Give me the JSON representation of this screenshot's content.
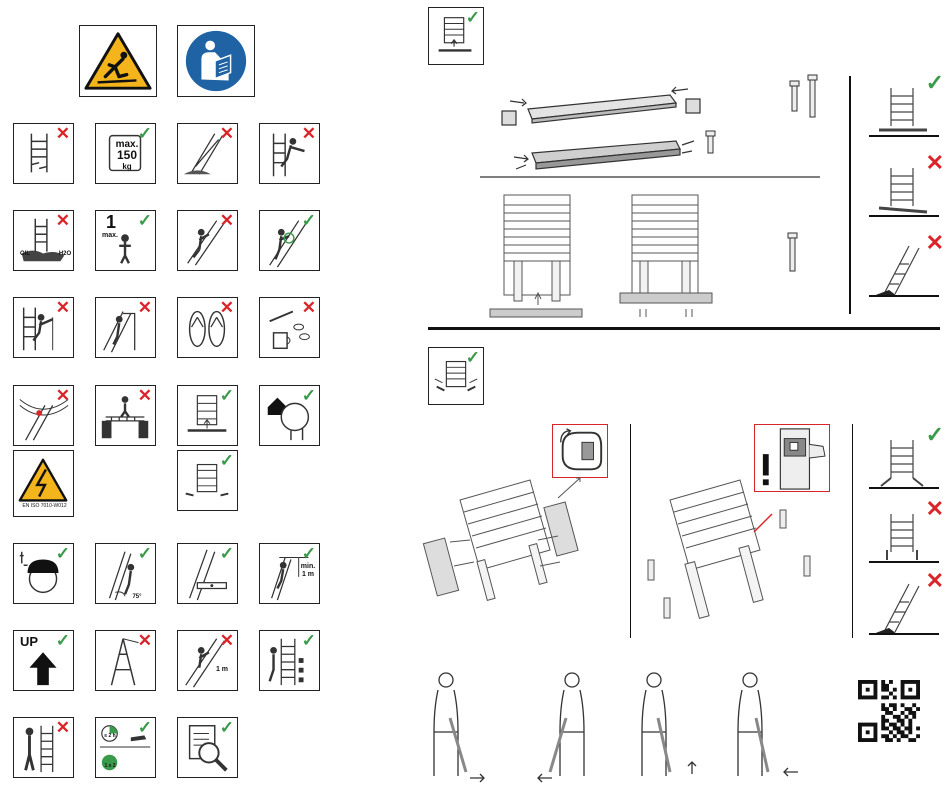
{
  "colors": {
    "ok": "#3a9a4a",
    "no": "#d9252a",
    "warning": "#f3b51b",
    "info": "#1f63a5"
  },
  "marks": {
    "ok": "✓",
    "no": "✕"
  },
  "icons": {
    "slip_warning": "slip-warning-icon",
    "read_manual": "read-manual-icon",
    "electric_warning": "electric-warning-icon",
    "qr_code": "qr-code-icon"
  },
  "pictograms": [
    {
      "id": "damaged-ladder",
      "ok": false
    },
    {
      "id": "max-load",
      "ok": true,
      "text": [
        "max.",
        "150",
        "kg"
      ]
    },
    {
      "id": "unstable-ground",
      "ok": false
    },
    {
      "id": "overreaching",
      "ok": false
    },
    {
      "id": "slippery-surface",
      "ok": false,
      "text": [
        "OIL",
        "H2O"
      ]
    },
    {
      "id": "one-person",
      "ok": true,
      "text": [
        "1",
        "max."
      ]
    },
    {
      "id": "climbing-wrong",
      "ok": false
    },
    {
      "id": "climbing-right",
      "ok": true
    },
    {
      "id": "leaning-wrong",
      "ok": false
    },
    {
      "id": "side-step-wrong",
      "ok": false
    },
    {
      "id": "flip-flops",
      "ok": false
    },
    {
      "id": "alcohol-drugs",
      "ok": false
    },
    {
      "id": "power-lines",
      "ok": false
    },
    {
      "id": "bridging",
      "ok": false
    },
    {
      "id": "stabilizer",
      "ok": true
    },
    {
      "id": "indoor-use",
      "ok": true
    },
    {
      "id": "electric-hazard",
      "text": [
        "EN ISO 7010-W012"
      ]
    },
    {
      "id": "stabilizer-feet",
      "ok": true
    },
    {
      "id": "hard-hat",
      "ok": true
    },
    {
      "id": "angle-75",
      "ok": true,
      "text": [
        "75°"
      ]
    },
    {
      "id": "level-check",
      "ok": true
    },
    {
      "id": "extension",
      "ok": true,
      "text": [
        "min.",
        "1 m"
      ]
    },
    {
      "id": "face-up",
      "ok": true,
      "text": [
        "UP"
      ]
    },
    {
      "id": "leaning-ladder",
      "ok": false
    },
    {
      "id": "overlap",
      "ok": false,
      "text": [
        "1 m"
      ]
    },
    {
      "id": "locking",
      "ok": true
    },
    {
      "id": "carry-wrong",
      "ok": false
    },
    {
      "id": "inspection",
      "ok": true,
      "text": [
        "≤ 2 h",
        "1 x 2"
      ]
    },
    {
      "id": "read-instructions",
      "ok": true
    }
  ],
  "right": {
    "side_checks": [
      {
        "id": "stabilizer-on-level",
        "ok": true
      },
      {
        "id": "stabilizer-wrong-1",
        "ok": false
      },
      {
        "id": "stabilizer-wrong-2",
        "ok": false
      },
      {
        "id": "feet-on-level",
        "ok": true
      },
      {
        "id": "feet-wrong-1",
        "ok": false
      },
      {
        "id": "feet-wrong-2",
        "ok": false
      }
    ]
  }
}
